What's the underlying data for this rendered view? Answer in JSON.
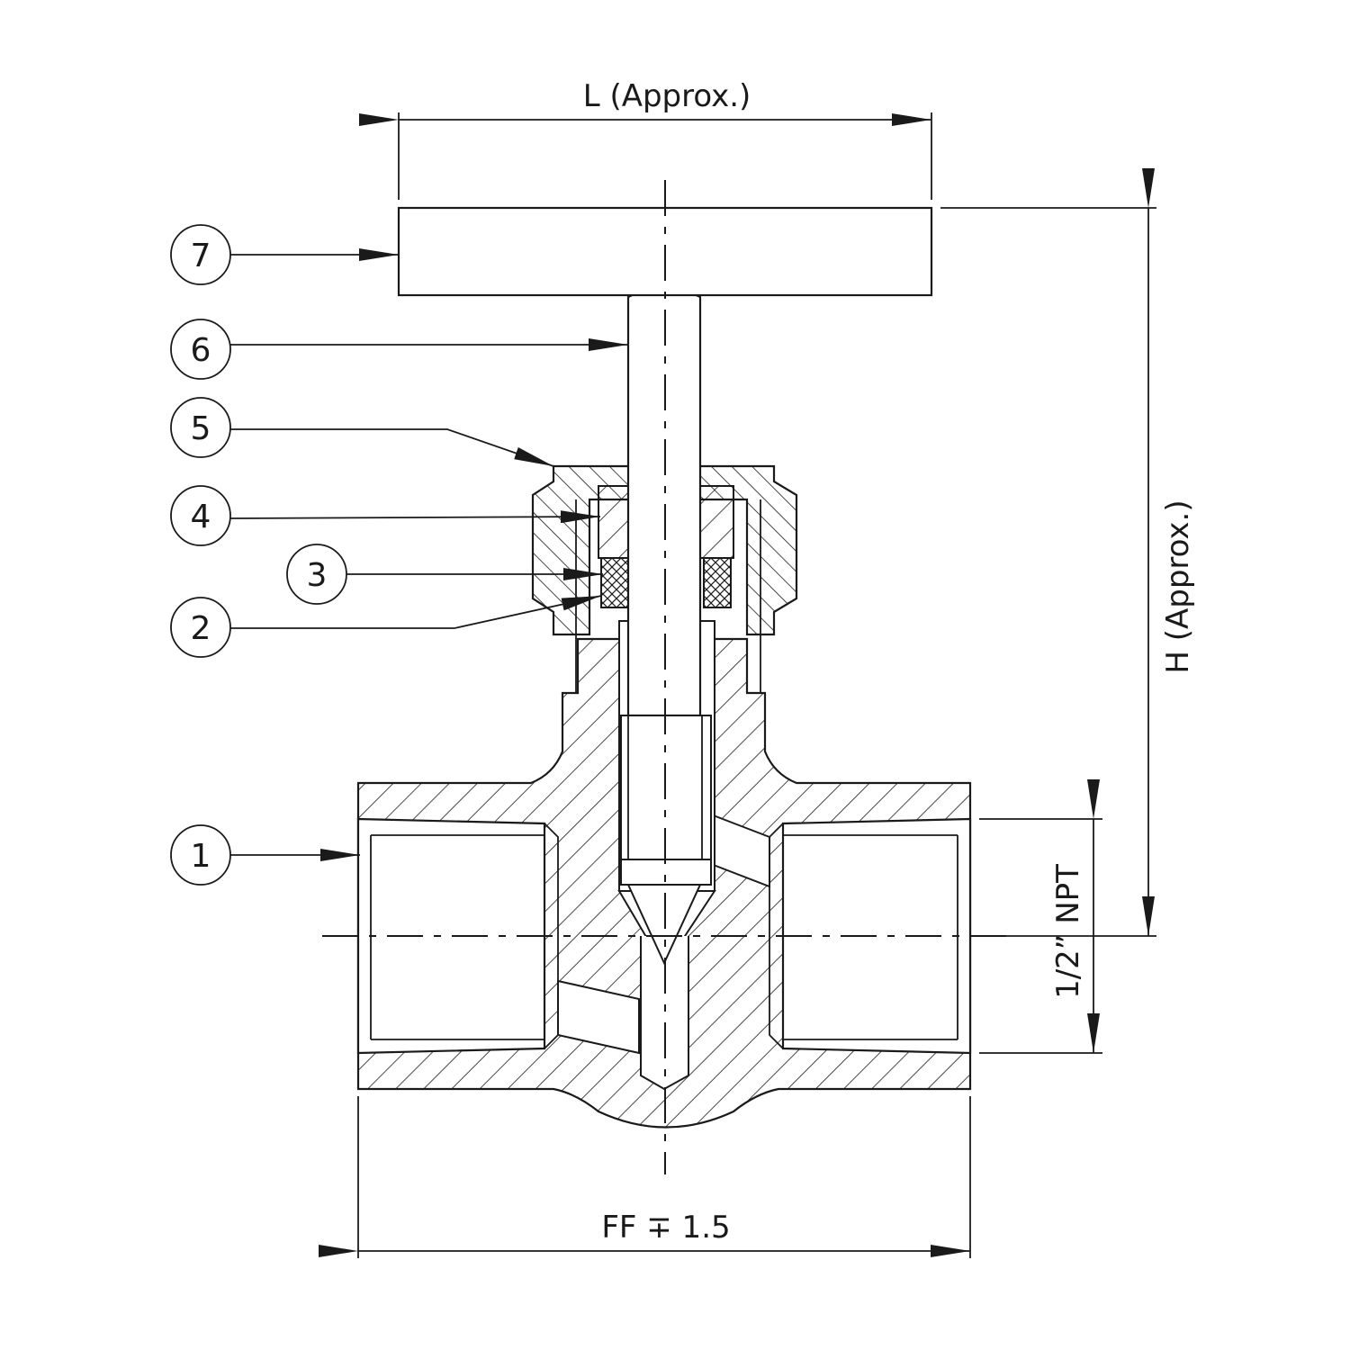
{
  "dimensions": {
    "length": "L (Approx.)",
    "height": "H (Approx.)",
    "face_to_face": "FF ∓ 1.5",
    "port": "1/2” NPT"
  },
  "balloons": [
    "1",
    "2",
    "3",
    "4",
    "5",
    "6",
    "7"
  ],
  "colors": {
    "line": "#1a1a1a",
    "background": "#ffffff"
  }
}
